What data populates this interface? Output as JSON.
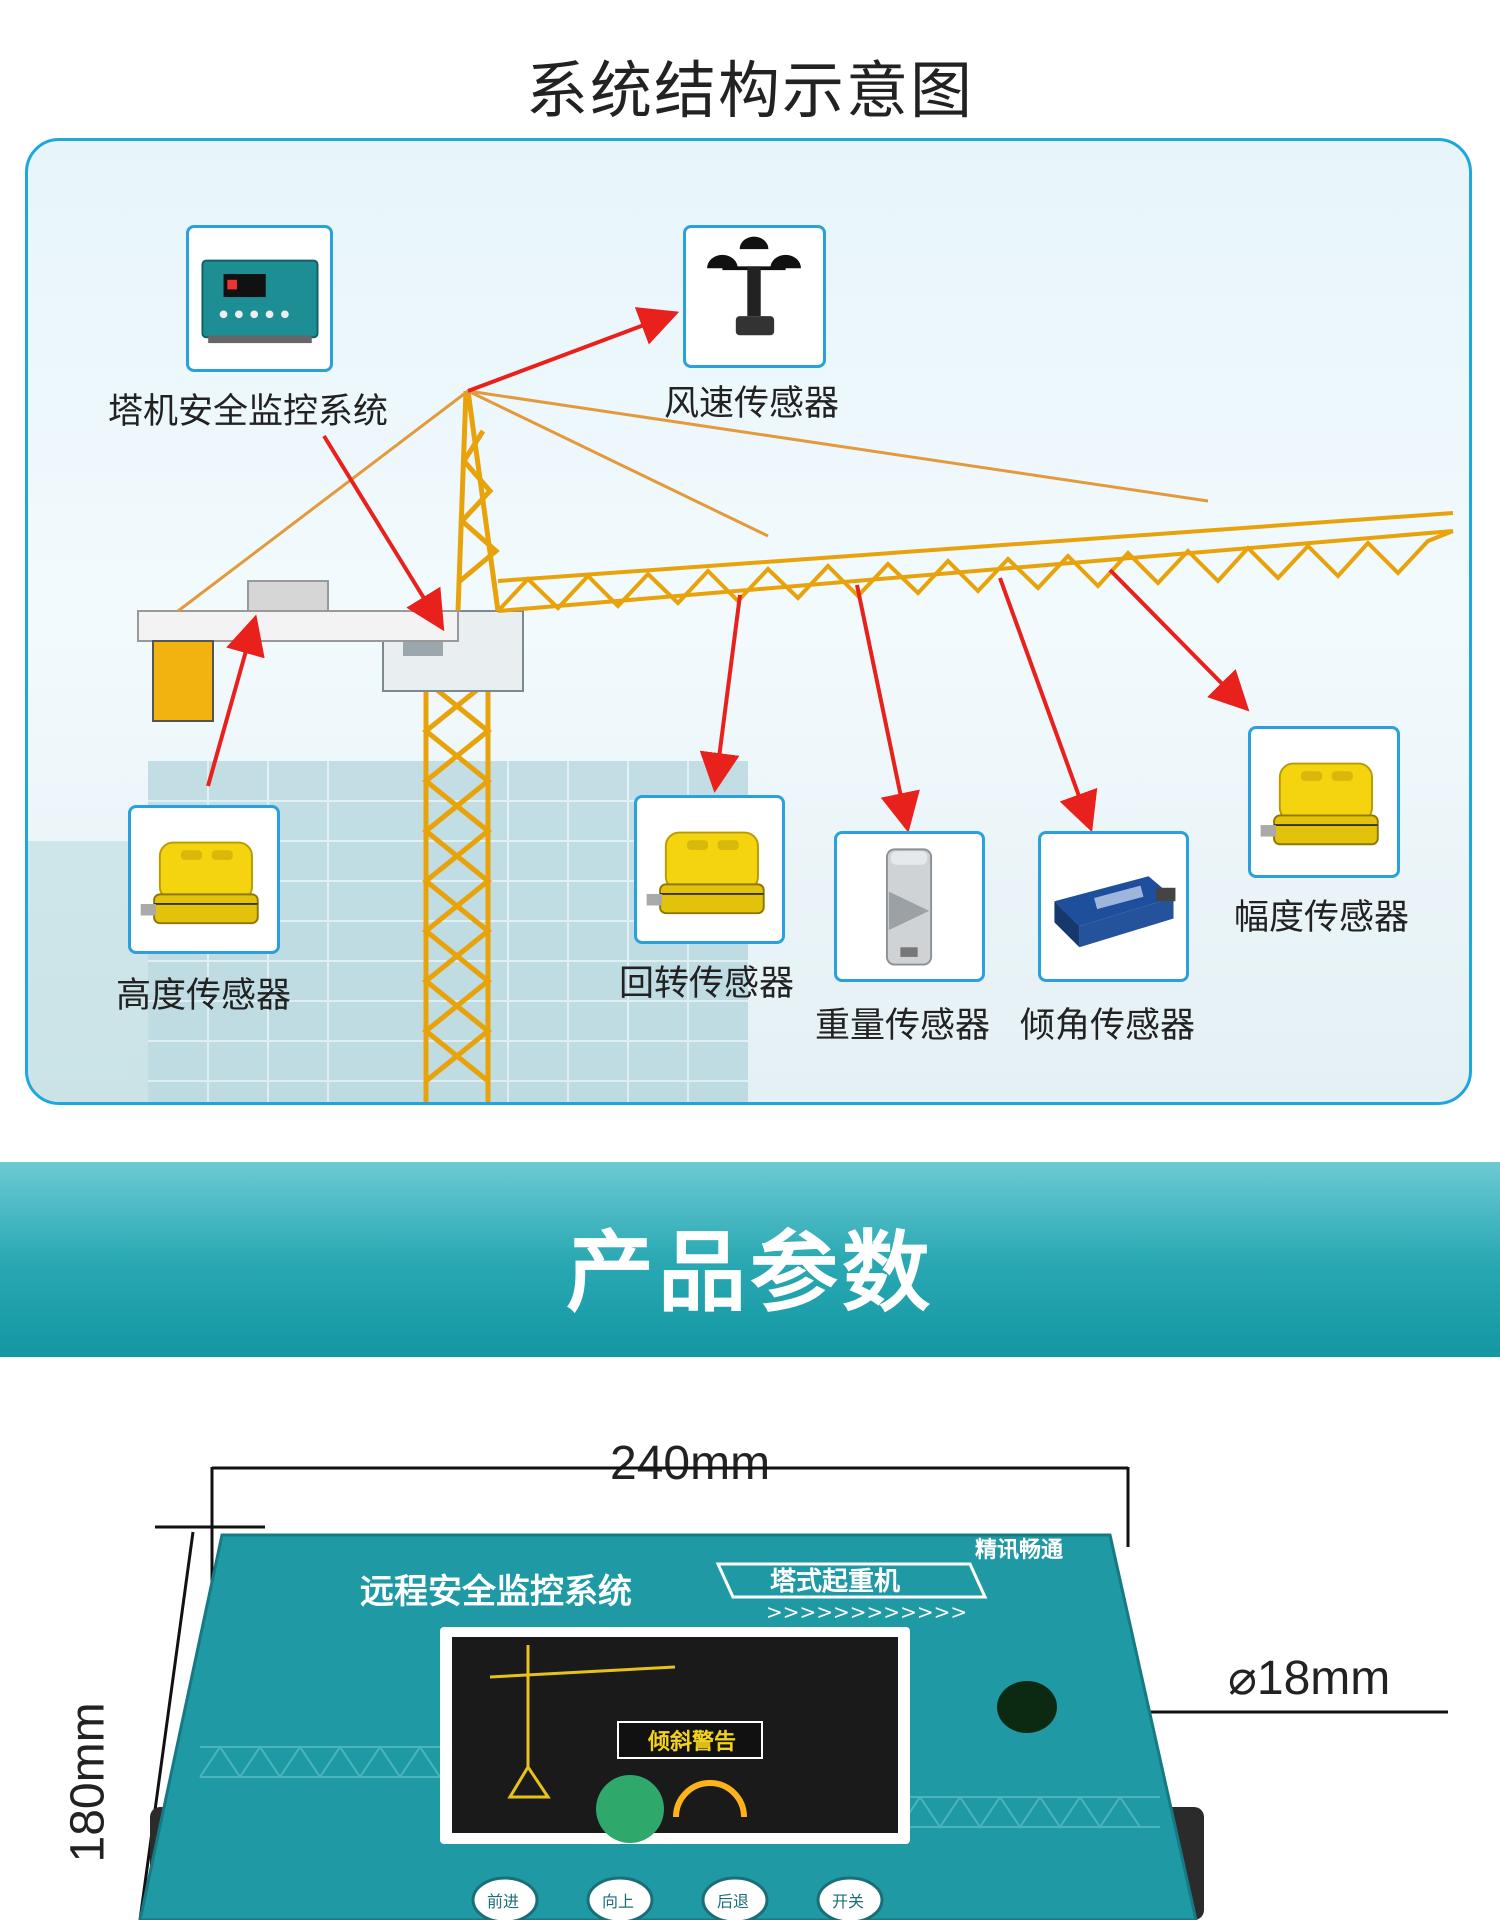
{
  "page": {
    "title": "系统结构示意图"
  },
  "diagram": {
    "sensors": [
      {
        "id": "controller",
        "label": "塔机安全监控系统",
        "icon": "control-box-icon"
      },
      {
        "id": "wind",
        "label": "风速传感器",
        "icon": "anemometer-icon"
      },
      {
        "id": "height",
        "label": "高度传感器",
        "icon": "yellow-limiter-icon"
      },
      {
        "id": "rotation",
        "label": "回转传感器",
        "icon": "yellow-limiter-icon"
      },
      {
        "id": "weight",
        "label": "重量传感器",
        "icon": "load-pin-icon"
      },
      {
        "id": "tilt",
        "label": "倾角传感器",
        "icon": "tilt-module-icon"
      },
      {
        "id": "amplitude",
        "label": "幅度传感器",
        "icon": "yellow-limiter-icon"
      }
    ],
    "colors": {
      "frame": "#1ea7de",
      "arrow": "#e8211d",
      "crane": "#f2b311"
    }
  },
  "banner": {
    "title": "产品参数"
  },
  "specs": {
    "width": "240mm",
    "height": "180mm",
    "hole": "18mm",
    "device_title": "远程安全监控系统",
    "device_subtitle": "塔式起重机",
    "device_chevrons": ">>>>>>>>>>>>",
    "brand": "精讯畅通",
    "screen_warning": "倾斜警告",
    "buttons": [
      "前进",
      "向上",
      "后退",
      "开关"
    ]
  }
}
